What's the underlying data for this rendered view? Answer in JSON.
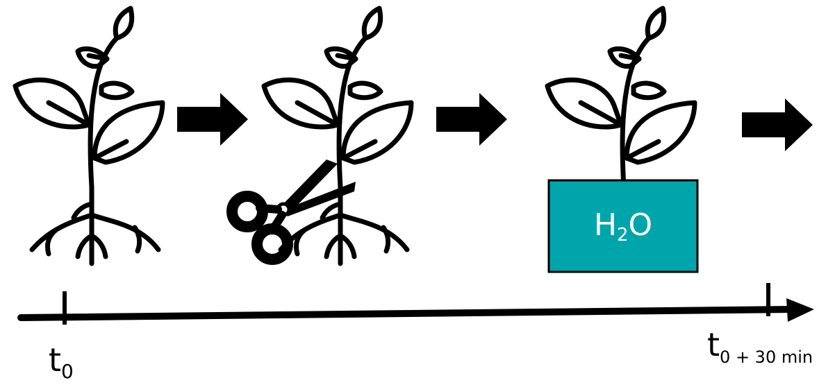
{
  "water_box": {
    "label_main": "H",
    "label_sub": "2",
    "label_tail": "O",
    "color": "#00A5AC"
  },
  "timeline": {
    "start_label": "t",
    "start_sub": "0",
    "end_label": "t",
    "end_sub": "0 + 30 min"
  },
  "icons": [
    "plant-icon",
    "arrow-right-icon",
    "scissors-icon",
    "water-container-icon"
  ]
}
